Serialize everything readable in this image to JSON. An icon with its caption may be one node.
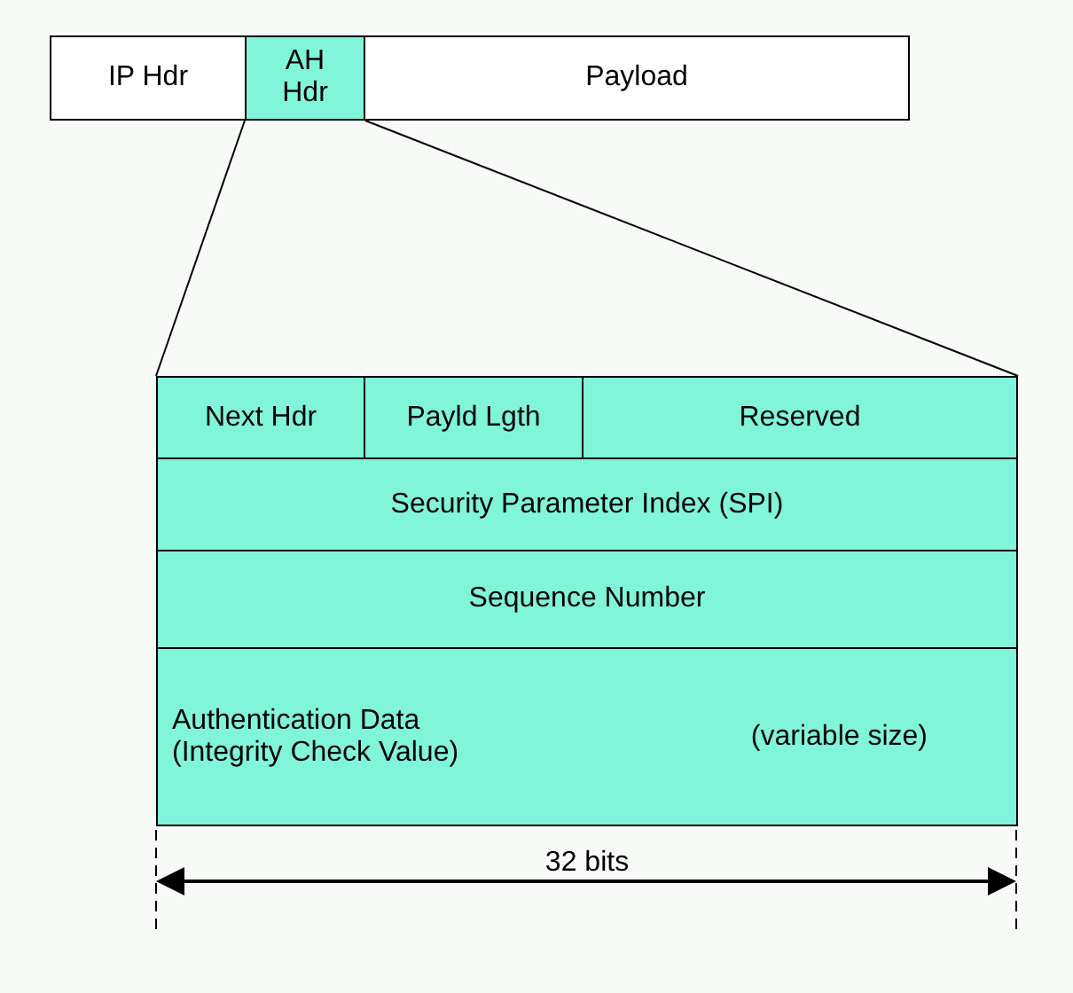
{
  "diagram": {
    "nodes": [
      {
        "text": [
          "IP Hdr"
        ]
      },
      {
        "text": [
          "AH Hdr"
        ]
      },
      {
        "text": [
          "Payload"
        ]
      },
      {
        "text": [],
        "shape": "box"
      },
      {
        "text": [
          "Next Hdr"
        ],
        "in": 3
      },
      {
        "text": [
          "Payld Lgth"
        ],
        "in": 3
      },
      {
        "text": [
          "Reserved"
        ],
        "in": 3
      },
      {
        "text": [
          "Security Parameter Index (SPI)"
        ],
        "in": 3
      },
      {
        "text": [
          "Sequence Number"
        ],
        "in": 3
      },
      {
        "text": [
          "Authentication Data (Integrity Check Value)",
          "(variable size)"
        ],
        "in": 3
      }
    ],
    "edges": [
      {
        "from": 1,
        "to": 3,
        "arrow": "none"
      },
      {
        "from": 1,
        "to": 3,
        "arrow": "none"
      }
    ],
    "labels": [
      "32 bits"
    ]
  }
}
